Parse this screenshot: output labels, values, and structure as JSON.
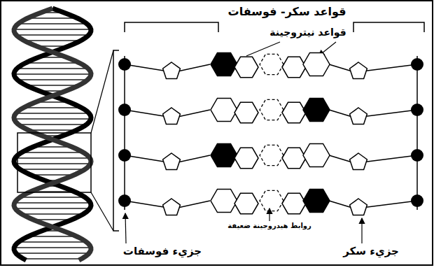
{
  "diagram": {
    "labels": [
      "قواعد سكر- فوسفات",
      "قواعد نيتروجينة",
      "روابط هيدروجينة ضعيفة",
      "جزيء فوسفات",
      "جزيء سكر"
    ]
  }
}
